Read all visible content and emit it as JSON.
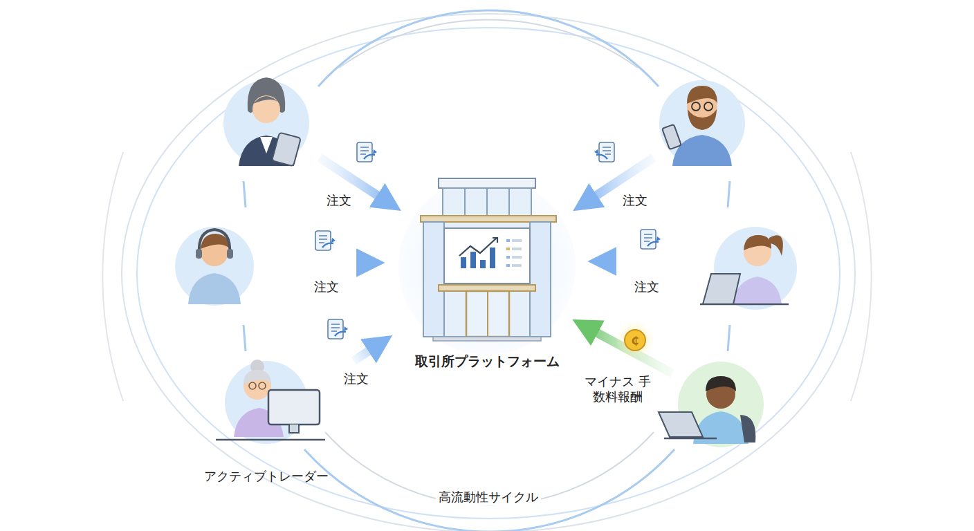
{
  "diagram": {
    "nodes": [
      {
        "text": [
          "取引所プラットフォーム"
        ]
      },
      {
        "text": [
          "アクティブトレーダー"
        ]
      }
    ],
    "edges": [
      {
        "from": 1,
        "to": 0,
        "label": "注文",
        "arrow": "to"
      }
    ],
    "labels": [
      "注文",
      "注文",
      "注文",
      "注文",
      "マイナス 手数料報酬",
      "高流動性サイクル"
    ]
  }
}
